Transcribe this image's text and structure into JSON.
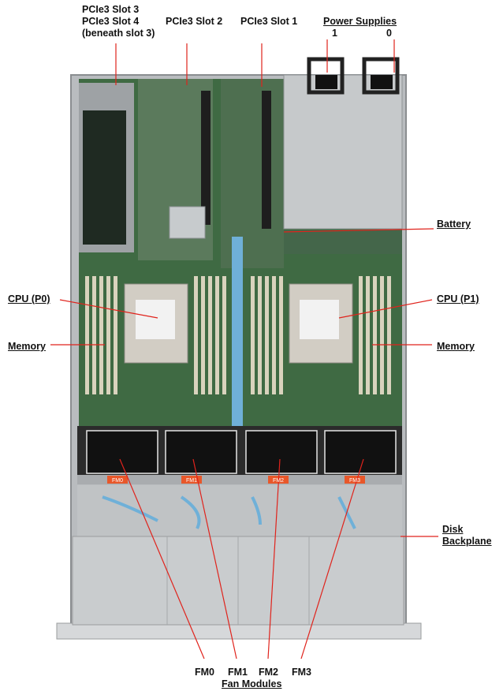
{
  "labels": {
    "pcie_slot3": "PCIe3 Slot 3",
    "pcie_slot4": "PCIe3 Slot 4",
    "pcie_slot4_note": "(beneath slot 3)",
    "pcie_slot2": "PCIe3 Slot 2",
    "pcie_slot1": "PCIe3 Slot  1",
    "power_supplies": "Power Supplies",
    "psu_1": "1",
    "psu_0": "0",
    "battery": "Battery",
    "cpu_p0": "CPU (P0)",
    "cpu_p1": "CPU (P1)",
    "memory_left": "Memory",
    "memory_right": "Memory",
    "disk_backplane_line1": "Disk",
    "disk_backplane_line2": "Backplane",
    "fm0": "FM0",
    "fm1": "FM1",
    "fm2": "FM2",
    "fm3": "FM3",
    "fan_modules": "Fan Modules"
  },
  "fan_tags": [
    "FM0",
    "FM1",
    "FM2",
    "FM3"
  ],
  "colors": {
    "callout_line": "#e0231c",
    "board_green": "#3f6a43",
    "chassis": "#c9ccce",
    "fan_tag": "#e8572a",
    "cable_blue": "#6fb0d8"
  }
}
